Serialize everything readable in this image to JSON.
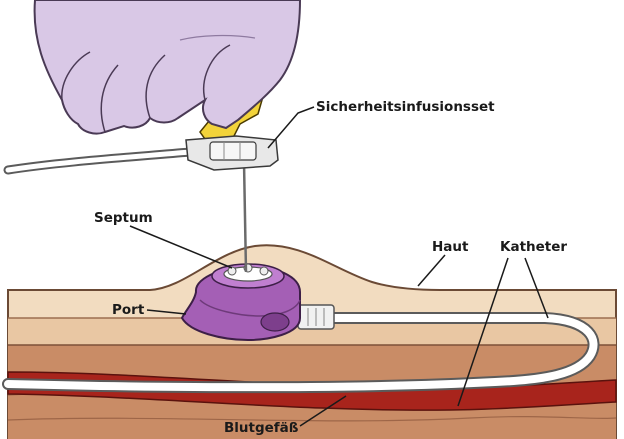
{
  "labels": {
    "safety_infusion_set": "Sicherheitsinfusionsset",
    "septum": "Septum",
    "skin": "Haut",
    "catheter": "Katheter",
    "port": "Port",
    "blood_vessel": "Blutgefäß"
  },
  "colors": {
    "skin_surface": "#f2dcc0",
    "tissue": "#e9c7a3",
    "muscle": "#c98c66",
    "vessel": "#a8241c",
    "port": "#a45fb5",
    "glove": "#d9c8e6",
    "clip": "#f2d33a"
  }
}
